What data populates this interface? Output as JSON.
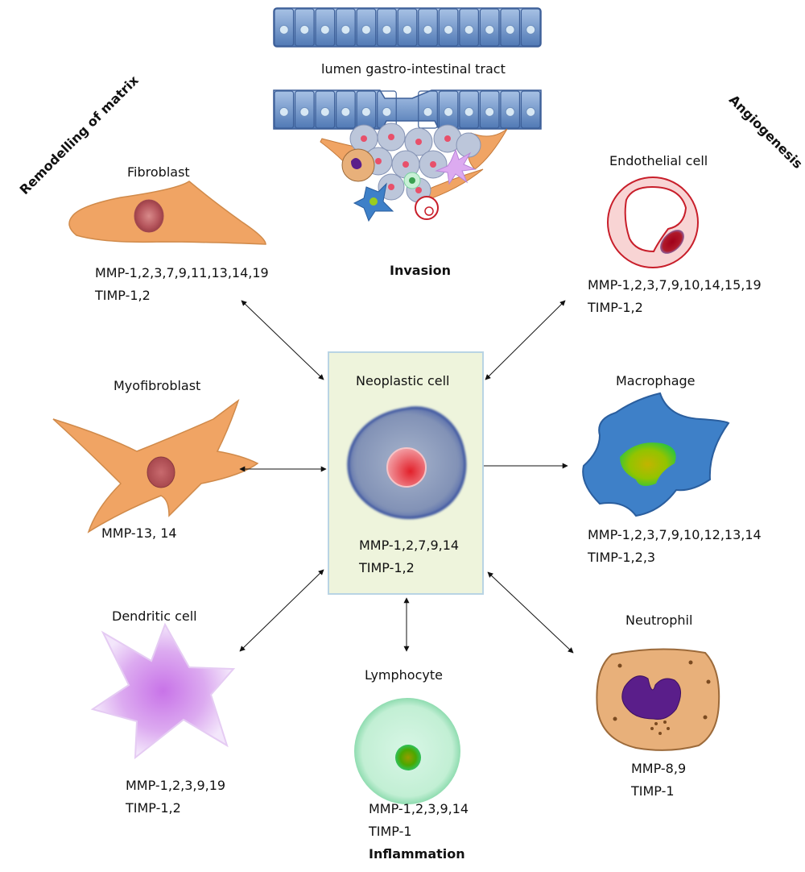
{
  "header": {
    "lumen_label": "lumen gastro-intestinal tract",
    "invasion_label": "Invasion"
  },
  "side_labels": {
    "left": "Remodelling of matrix",
    "right": "Angiogenesis",
    "bottom": "Inflammation"
  },
  "center": {
    "name": "Neoplastic cell",
    "mmp": "MMP-1,2,7,9,14",
    "timp": "TIMP-1,2"
  },
  "cells": {
    "fibroblast": {
      "name": "Fibroblast",
      "mmp": "MMP-1,2,3,7,9,11,13,14,19",
      "timp": "TIMP-1,2"
    },
    "myofibroblast": {
      "name": "Myofibroblast",
      "mmp": "MMP-13, 14"
    },
    "dendritic": {
      "name": "Dendritic cell",
      "mmp": "MMP-1,2,3,9,19",
      "timp": "TIMP-1,2"
    },
    "lymphocyte": {
      "name": "Lymphocyte",
      "mmp": "MMP-1,2,3,9,14",
      "timp": "TIMP-1"
    },
    "neutrophil": {
      "name": "Neutrophil",
      "mmp": "MMP-8,9",
      "timp": "TIMP-1"
    },
    "macrophage": {
      "name": "Macrophage",
      "mmp": "MMP-1,2,3,7,9,10,12,13,14",
      "timp": "TIMP-1,2,3"
    },
    "endothelial": {
      "name": "Endothelial cell",
      "mmp": "MMP-1,2,3,7,9,10,14,15,19",
      "timp": "TIMP-1,2"
    }
  },
  "colors": {
    "epithelium": "#5b86c0",
    "fibroblast": "#f0a464",
    "macrophage": "#3e80c8",
    "lymphocyte": "#c8f0d6",
    "dendritic": "#d9a3ee",
    "neutrophil": "#e8b07a",
    "center_box": "#eef4dc"
  }
}
